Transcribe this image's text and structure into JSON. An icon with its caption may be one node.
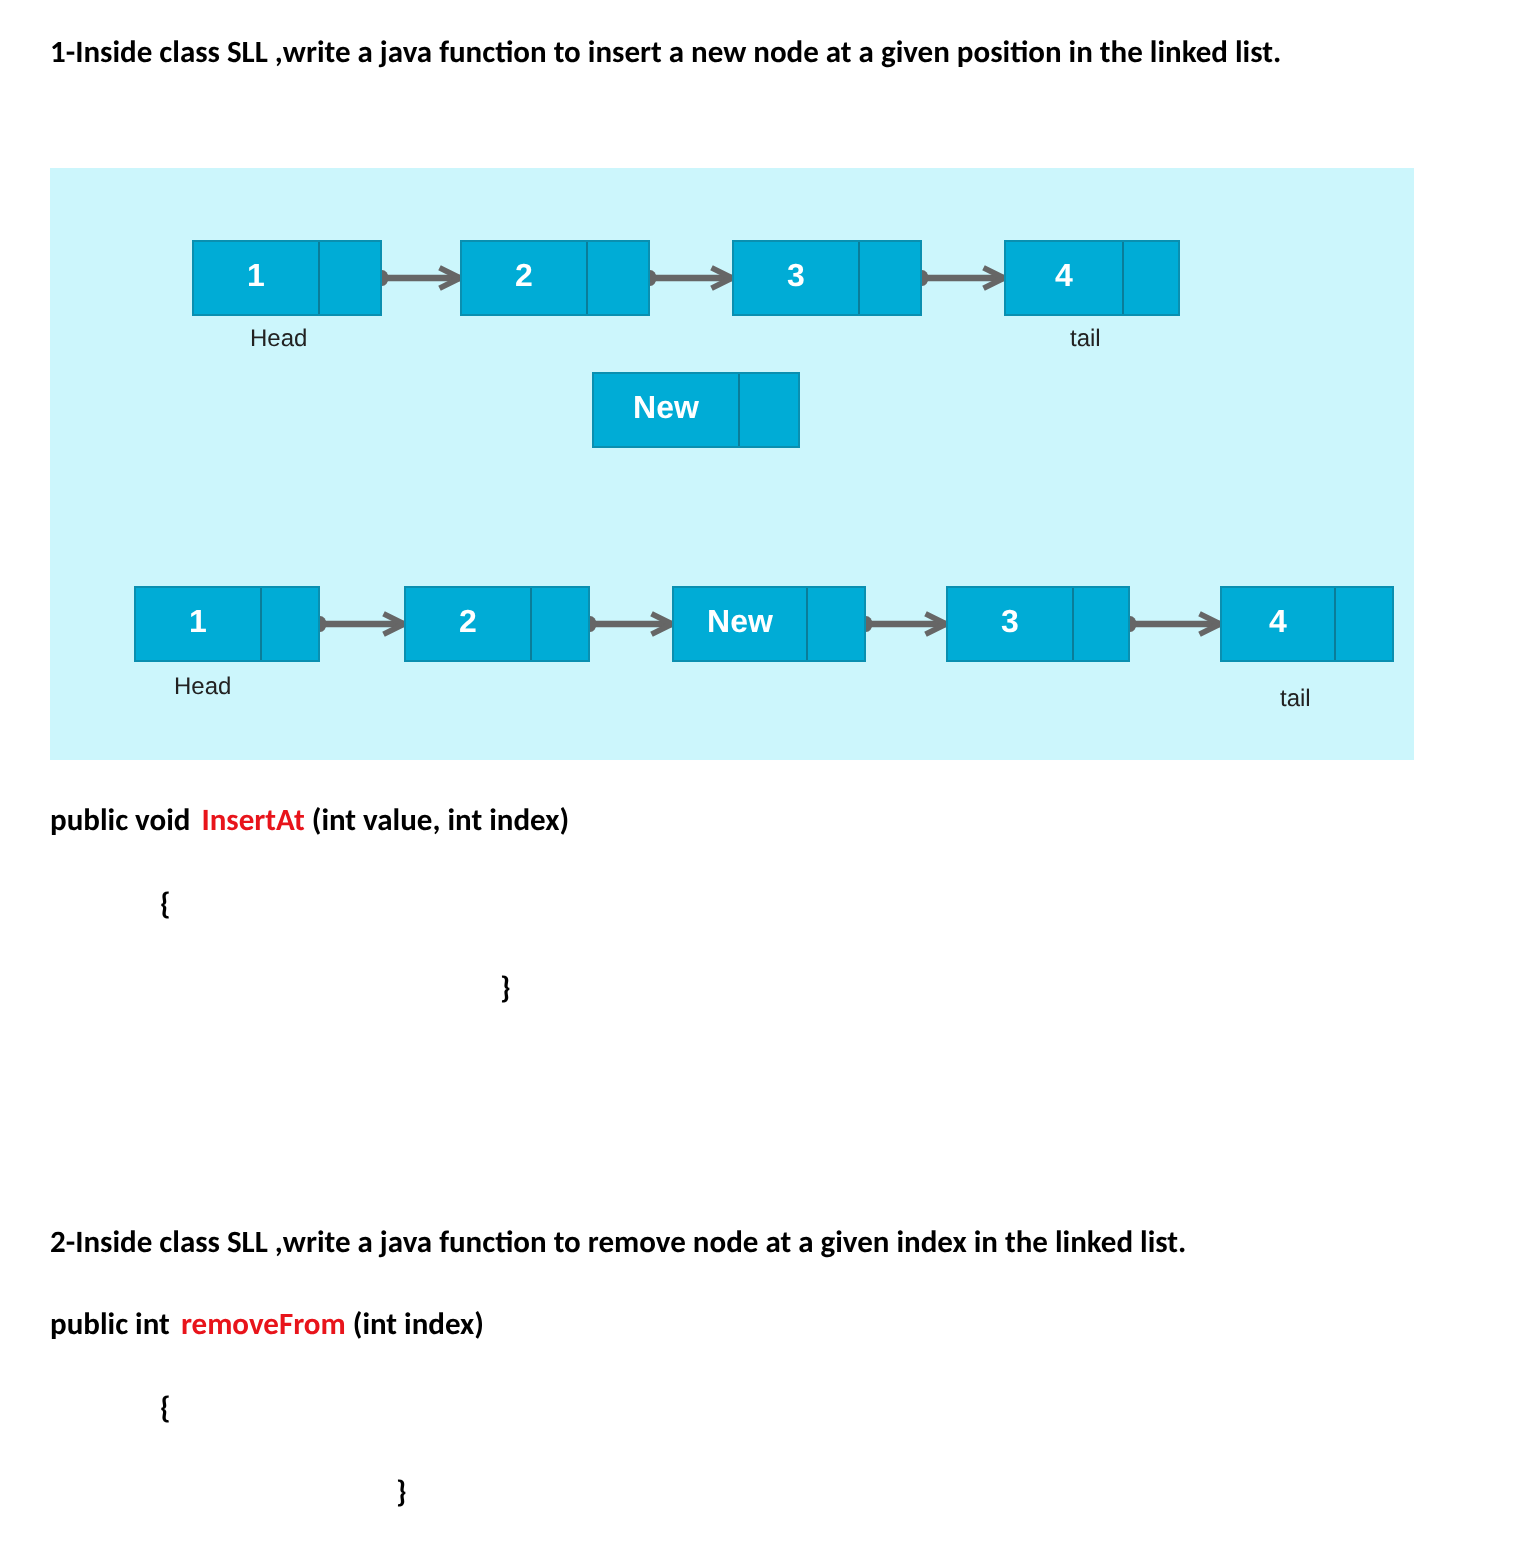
{
  "diagram": {
    "nodes": [
      {
        "text": [
          "1"
        ],
        "beside": [
          "Head"
        ]
      },
      {
        "text": [
          "2"
        ]
      },
      {
        "text": [
          "3"
        ]
      },
      {
        "text": [
          "4"
        ],
        "beside": [
          "tail"
        ]
      },
      {
        "text": [
          "New"
        ]
      },
      {
        "text": [
          "1"
        ],
        "beside": [
          "Head"
        ]
      },
      {
        "text": [
          "2"
        ]
      },
      {
        "text": [
          "New"
        ]
      },
      {
        "text": [
          "3"
        ]
      },
      {
        "text": [
          "4"
        ],
        "beside": [
          "tail"
        ]
      }
    ],
    "edges": [
      {
        "from": 0,
        "to": 1,
        "arrow": "to"
      },
      {
        "from": 1,
        "to": 2,
        "arrow": "to"
      },
      {
        "from": 2,
        "to": 3,
        "arrow": "to"
      },
      {
        "from": 5,
        "to": 6,
        "arrow": "to"
      },
      {
        "from": 6,
        "to": 7,
        "arrow": "to"
      },
      {
        "from": 7,
        "to": 8,
        "arrow": "to"
      },
      {
        "from": 8,
        "to": 9,
        "arrow": "to"
      }
    ],
    "labels": [
      "1-Inside class SLL ,write a java function to insert a new node at a given position in the linked list.",
      "public void",
      "InsertAt",
      "(int value, int index)",
      "{",
      "}",
      "2-Inside class SLL ,write a java function to remove node at a given index in the linked list.",
      "public int",
      "removeFrom",
      "(int index)",
      "{",
      "}"
    ]
  }
}
